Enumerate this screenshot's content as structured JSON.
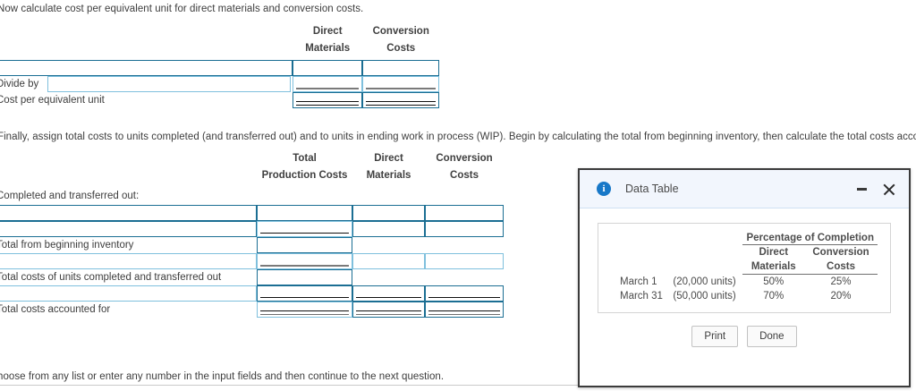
{
  "instructions": {
    "top": "Now calculate cost per equivalent unit for direct materials and conversion costs.",
    "middle": "Finally, assign total costs to units completed (and transferred out) and to units in ending work in process (WIP). Begin by calculating the total from beginning inventory, then calculate the total costs accounted for.",
    "bottom": "hoose from any list or enter any number in the input fields and then continue to the next question."
  },
  "table_one": {
    "headers": [
      {
        "line1": "Direct",
        "line2": "Materials"
      },
      {
        "line1": "Conversion",
        "line2": "Costs"
      }
    ],
    "rows": [
      {
        "label": "",
        "style": "plain"
      },
      {
        "label": "Divide by",
        "style": "subtotal"
      },
      {
        "label": "Cost per equivalent unit",
        "style": "total"
      }
    ]
  },
  "table_two": {
    "headers": [
      {
        "line1": "Total",
        "line2": "Production Costs"
      },
      {
        "line1": "Direct",
        "line2": "Materials"
      },
      {
        "line1": "Conversion",
        "line2": "Costs"
      }
    ],
    "section_label": "Completed and transferred out:",
    "rows": [
      {
        "label": "",
        "style": "plain"
      },
      {
        "label": "",
        "style": "subtotal-black"
      },
      {
        "label": "Total from beginning inventory",
        "style": "single-col"
      },
      {
        "label": "",
        "style": "subtotal-gray"
      },
      {
        "label": "Total costs of units completed and transferred out",
        "style": "single-col"
      },
      {
        "label": "",
        "style": "rule-black"
      },
      {
        "label": "Total costs accounted for",
        "style": "grand-total"
      }
    ]
  },
  "dialog": {
    "title": "Data Table",
    "icon": "info-icon",
    "minimize_label": "minimize",
    "close_label": "close",
    "table": {
      "group_header": "Percentage of Completion",
      "column_headers": [
        {
          "line1": "Direct",
          "line2": "Materials"
        },
        {
          "line1": "Conversion",
          "line2": "Costs"
        }
      ],
      "rows": [
        {
          "date": "March 1",
          "units": "(20,000 units)",
          "direct_materials": "50%",
          "conversion_costs": "25%"
        },
        {
          "date": "March 31",
          "units": "(50,000 units)",
          "direct_materials": "70%",
          "conversion_costs": "20%"
        }
      ]
    },
    "buttons": {
      "print": "Print",
      "done": "Done"
    }
  },
  "colors": {
    "input_border": "#1b6e93",
    "input_border_light": "#7fc0dd",
    "dialog_header_bg": "#f2f6fd",
    "info_icon": "#1878c8",
    "dialog_border": "#3b3b3b"
  }
}
